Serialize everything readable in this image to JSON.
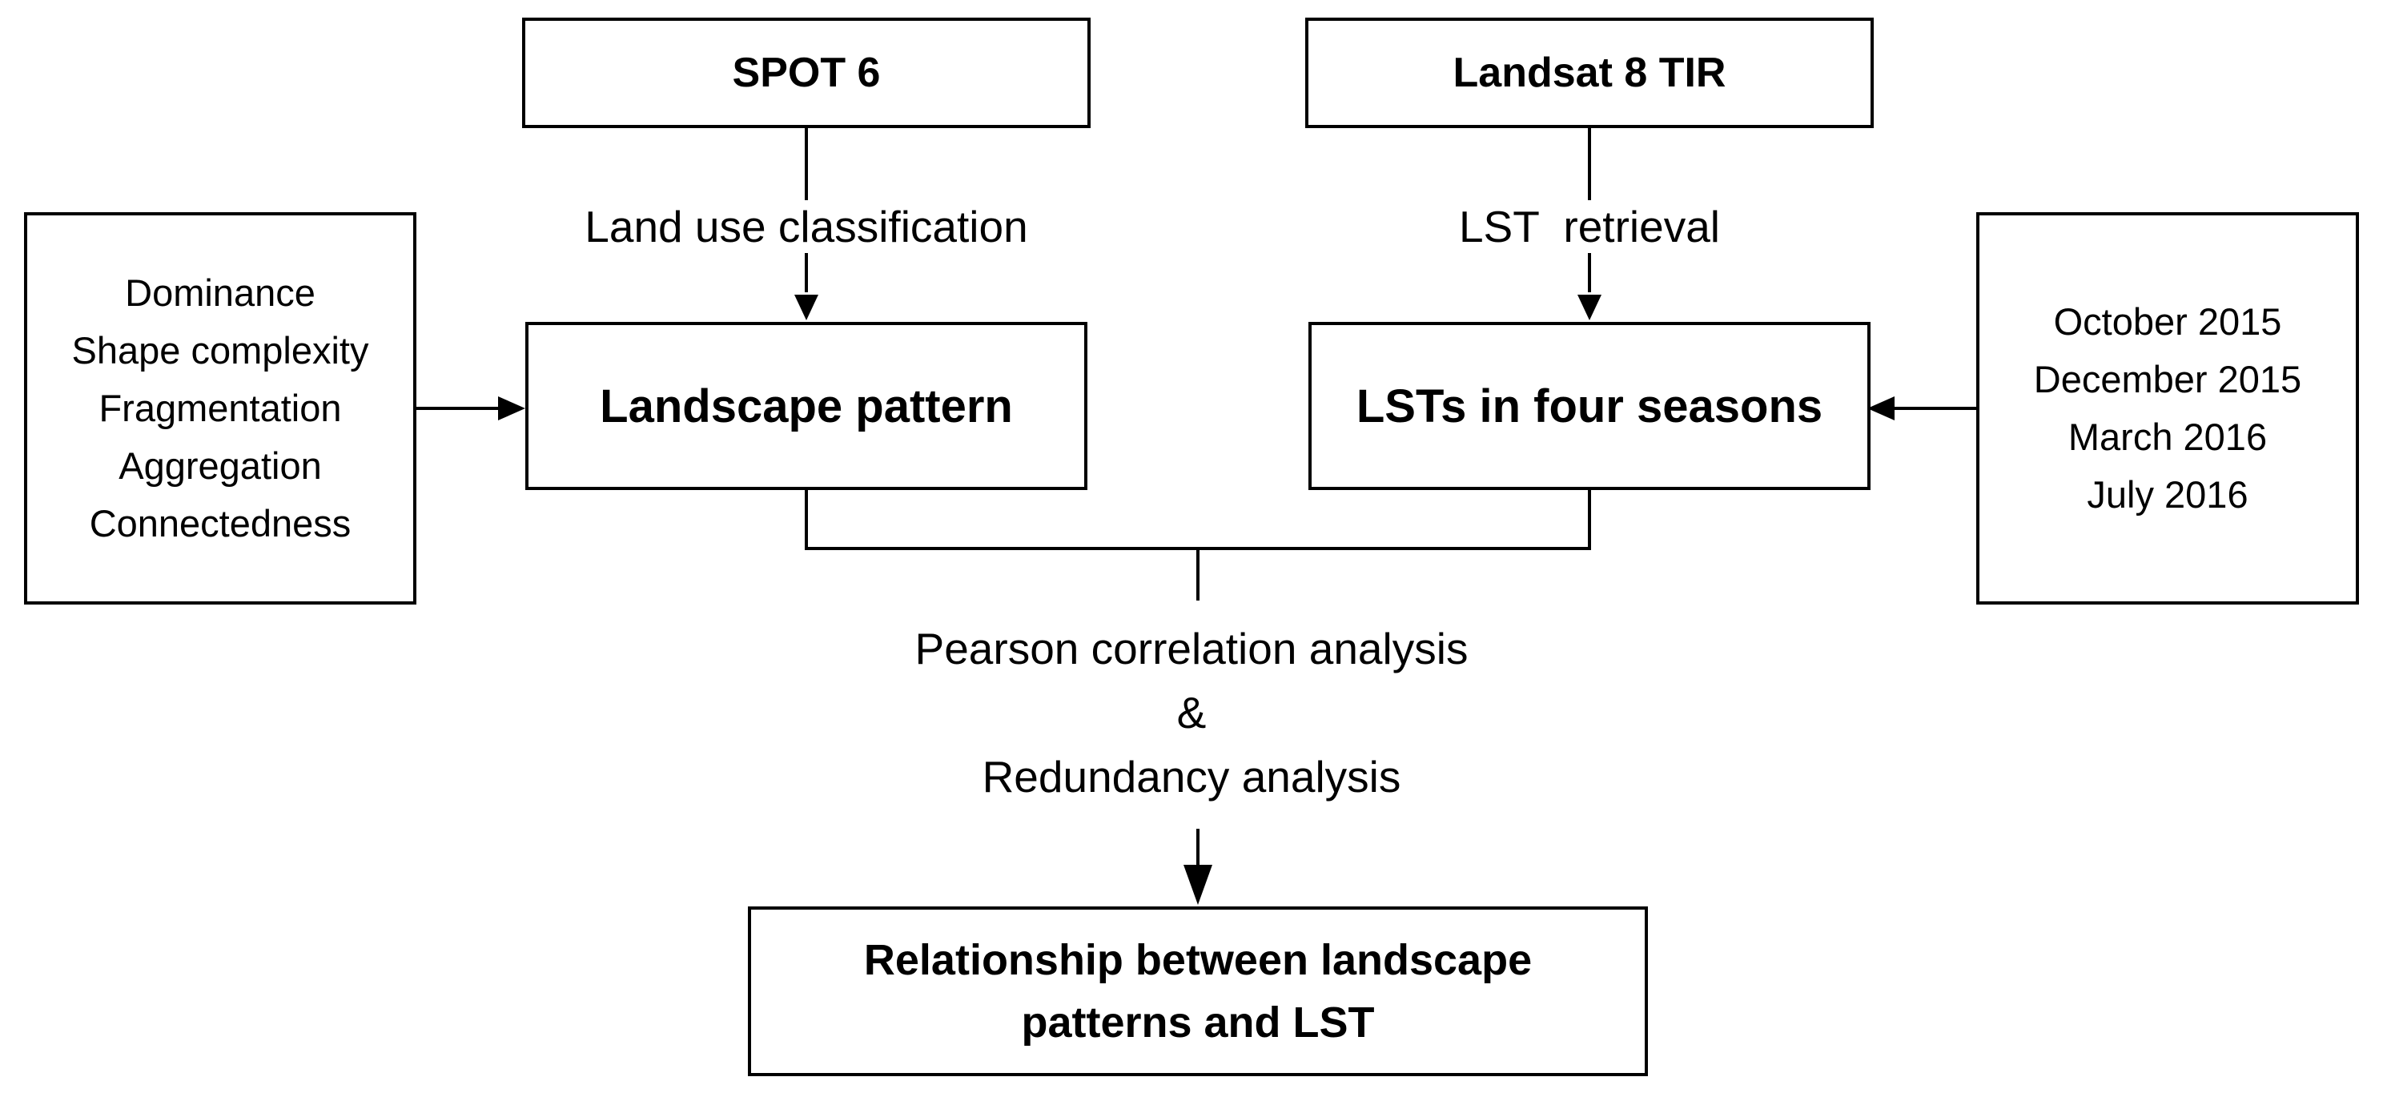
{
  "nodes": {
    "spot6": "SPOT 6",
    "landsat": "Landsat 8 TIR",
    "landscape_pattern": "Landscape pattern",
    "lst_seasons": "LSTs in four seasons",
    "relationship": {
      "line1": "Relationship between landscape",
      "line2": "patterns and LST"
    }
  },
  "metrics": [
    "Dominance",
    "Shape complexity",
    "Fragmentation",
    "Aggregation",
    "Connectedness"
  ],
  "dates": [
    "October 2015",
    "December 2015",
    "March 2016",
    "July 2016"
  ],
  "labels": {
    "land_use": "Land use classification",
    "lst_retrieval": "LST  retrieval",
    "analysis": {
      "line1": "Pearson correlation analysis",
      "line2": "&",
      "line3": "Redundancy analysis"
    }
  }
}
